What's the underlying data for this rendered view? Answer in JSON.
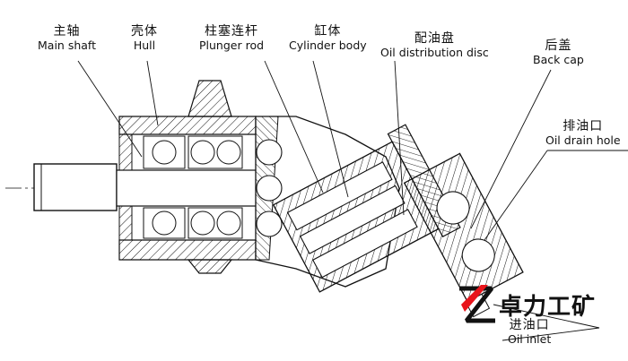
{
  "labels": {
    "main_shaft": {
      "zh": "主轴",
      "en": "Main shaft"
    },
    "hull": {
      "zh": "壳体",
      "en": "Hull"
    },
    "plunger_rod": {
      "zh": "柱塞连杆",
      "en": "Plunger rod"
    },
    "cylinder_body": {
      "zh": "缸体",
      "en": "Cylinder body"
    },
    "oil_distribution_disc": {
      "zh": "配油盘",
      "en": "Oil distribution disc"
    },
    "back_cap": {
      "zh": "后盖",
      "en": "Back cap"
    },
    "oil_drain_hole": {
      "zh": "排油口",
      "en": "Oil drain hole"
    },
    "oil_inlet": {
      "zh": "进油口",
      "en": "Oil inlet"
    }
  },
  "watermark": {
    "text": "卓力工矿",
    "accent_color": "#e8141b"
  },
  "colors": {
    "line": "#111111",
    "background": "#ffffff"
  }
}
